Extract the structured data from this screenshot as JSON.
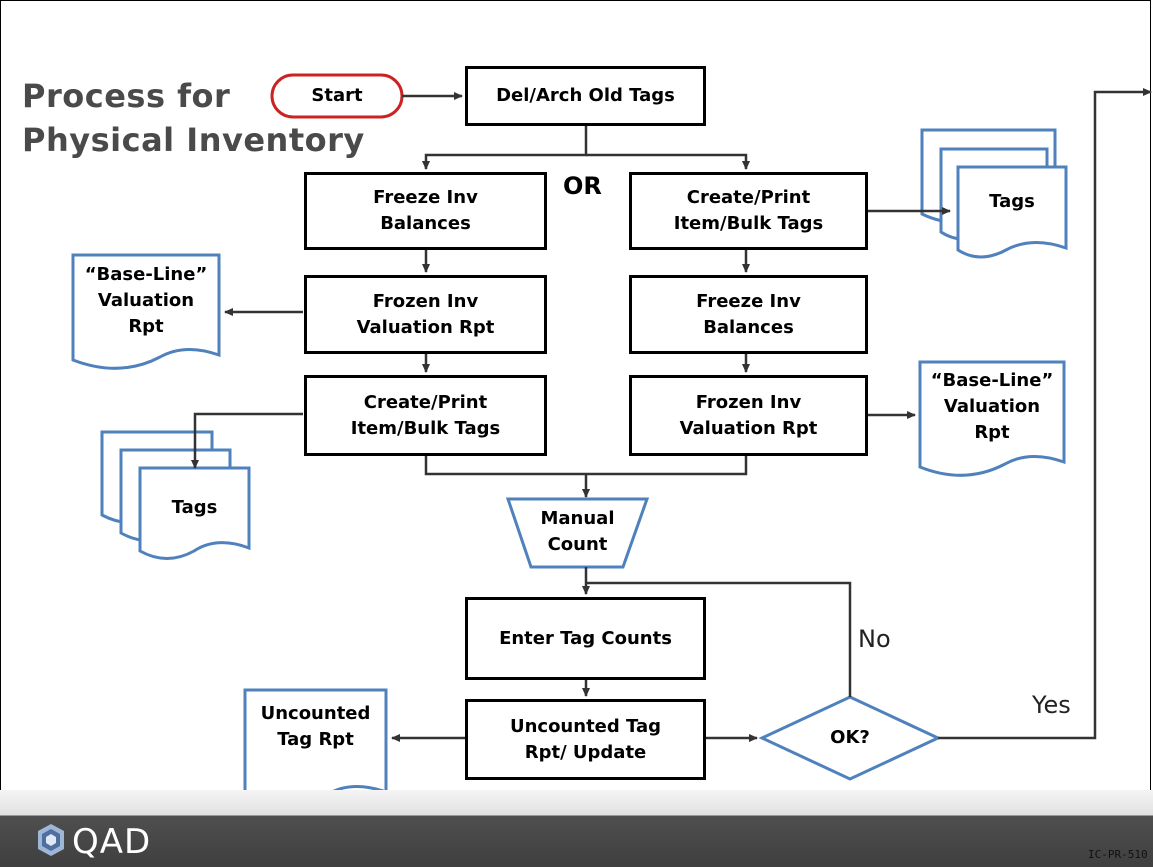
{
  "title": {
    "line1": "Process for",
    "line2": "Physical Inventory"
  },
  "nodes": {
    "start": "Start",
    "del_arch": "Del/Arch Old Tags",
    "or_label": "OR",
    "left_freeze": [
      "Freeze Inv",
      "Balances"
    ],
    "left_frozen_rpt": [
      "Frozen Inv",
      "Valuation Rpt"
    ],
    "left_create_tags": [
      "Create/Print",
      "Item/Bulk Tags"
    ],
    "right_create_tags": [
      "Create/Print",
      "Item/Bulk Tags"
    ],
    "right_freeze": [
      "Freeze Inv",
      "Balances"
    ],
    "right_frozen_rpt": [
      "Frozen Inv",
      "Valuation Rpt"
    ],
    "manual_count": [
      "Manual",
      "Count"
    ],
    "enter_tag_counts": "Enter Tag Counts",
    "uncounted_update": [
      "Uncounted Tag",
      "Rpt/ Update"
    ],
    "decision": "OK?"
  },
  "documents": {
    "tags_right": "Tags",
    "tags_left": "Tags",
    "baseline_left": [
      "“Base-Line”",
      "Valuation",
      "Rpt"
    ],
    "baseline_right": [
      "“Base-Line”",
      "Valuation",
      "Rpt"
    ],
    "uncounted_rpt": [
      "Uncounted",
      "Tag Rpt"
    ]
  },
  "edge_labels": {
    "no": "No",
    "yes": "Yes"
  },
  "footer": {
    "brand": "QAD",
    "code": "IC-PR-510"
  },
  "colors": {
    "start_border": "#cc2222",
    "shape_border": "#4f81bd",
    "box_border": "#000000",
    "footer_bg": "#474747"
  }
}
